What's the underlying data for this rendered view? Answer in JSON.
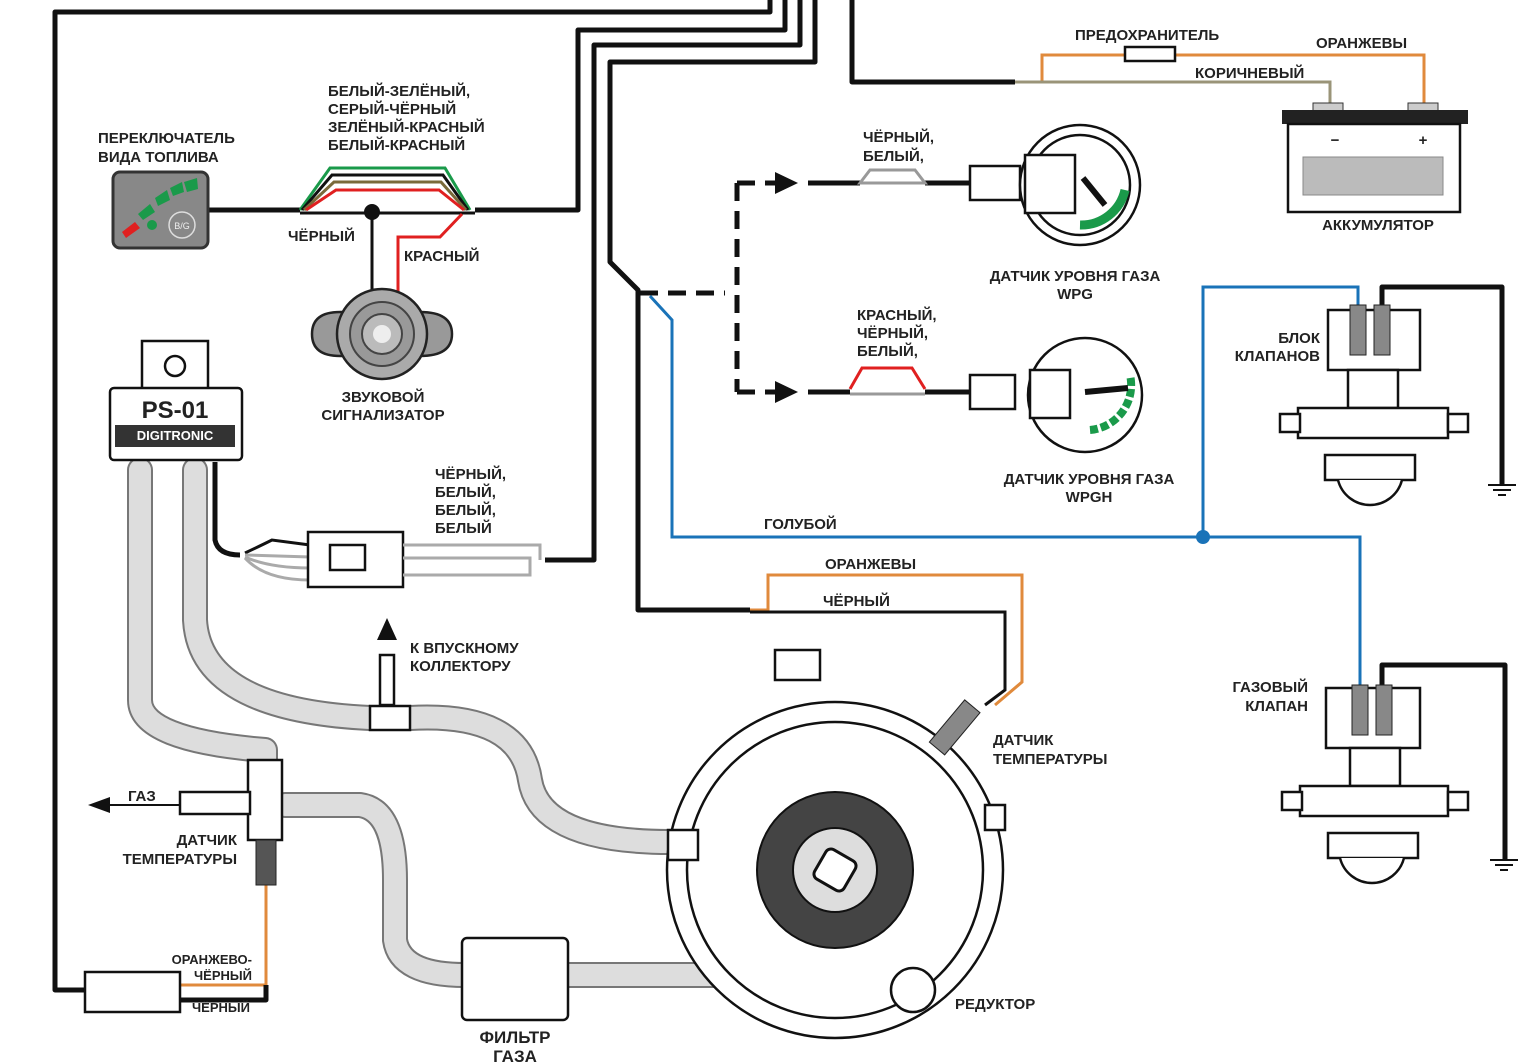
{
  "colors": {
    "wire_black": "#111111",
    "wire_blue": "#1a73b8",
    "wire_orange": "#e08a3c",
    "wire_brown": "#9a9478",
    "wire_red": "#e02020",
    "wire_green": "#1a9a4a",
    "hose": "#dddddd"
  },
  "labels": {
    "switch": [
      "ПЕРЕКЛЮЧАТЕЛЬ",
      "ВИДА  ТОПЛИВА"
    ],
    "switch_button": "B/G",
    "switch_wires": [
      "БЕЛЫЙ-ЗЕЛЁНЫЙ,",
      "СЕРЫЙ-ЧЁРНЫЙ",
      "ЗЕЛЁНЫЙ-КРАСНЫЙ",
      "БЕЛЫЙ-КРАСНЫЙ"
    ],
    "black_1": "ЧЁРНЫЙ",
    "red_1": "КРАСНЫЙ",
    "buzzer": [
      "ЗВУКОВОЙ",
      "СИГНАЛИЗАТОР"
    ],
    "ecu_model": "PS-01",
    "ecu_brand": "DIGITRONIC",
    "ecu_wires": [
      "ЧЁРНЫЙ,",
      "БЕЛЫЙ,",
      "БЕЛЫЙ,",
      "БЕЛЫЙ"
    ],
    "fuse": "ПРЕДОХРАНИТЕЛЬ",
    "orange_top": "ОРАНЖЕВЫ",
    "brown": "КОРИЧНЕВЫЙ",
    "battery": "АККУМУЛЯТОР",
    "battery_minus": "−",
    "battery_plus": "+",
    "wpg_wires": [
      "ЧЁРНЫЙ,",
      "БЕЛЫЙ,"
    ],
    "wpg": [
      "ДАТЧИК УРОВНЯ ГАЗА",
      "WPG"
    ],
    "wpgh_wires": [
      "КРАСНЫЙ,",
      "ЧЁРНЫЙ,",
      "БЕЛЫЙ,"
    ],
    "wpgh": [
      "ДАТЧИК УРОВНЯ ГАЗА",
      "WPGH"
    ],
    "valve_block": [
      "БЛОК",
      "КЛАПАНОВ"
    ],
    "blue": "ГОЛУБОЙ",
    "orange_mid": "ОРАНЖЕВЫ",
    "black_2": "ЧЁРНЫЙ",
    "intake": [
      "К ВПУСКНОМУ",
      "КОЛЛЕКТОРУ"
    ],
    "temp_reducer": [
      "ДАТЧИК",
      "ТЕМПЕРАТУРЫ"
    ],
    "gas_valve": [
      "ГАЗОВЫЙ",
      "КЛАПАН"
    ],
    "gas": "ГАЗ",
    "temp_gas": [
      "ДАТЧИК",
      "ТЕМПЕРАТУРЫ"
    ],
    "orange_black": [
      "ОРАНЖЕВО-",
      "ЧЁРНЫЙ"
    ],
    "black_3": "ЧЁРНЫЙ",
    "reducer": "РЕДУКТОР",
    "filter": [
      "ФИЛЬТР",
      "ГАЗА"
    ]
  }
}
